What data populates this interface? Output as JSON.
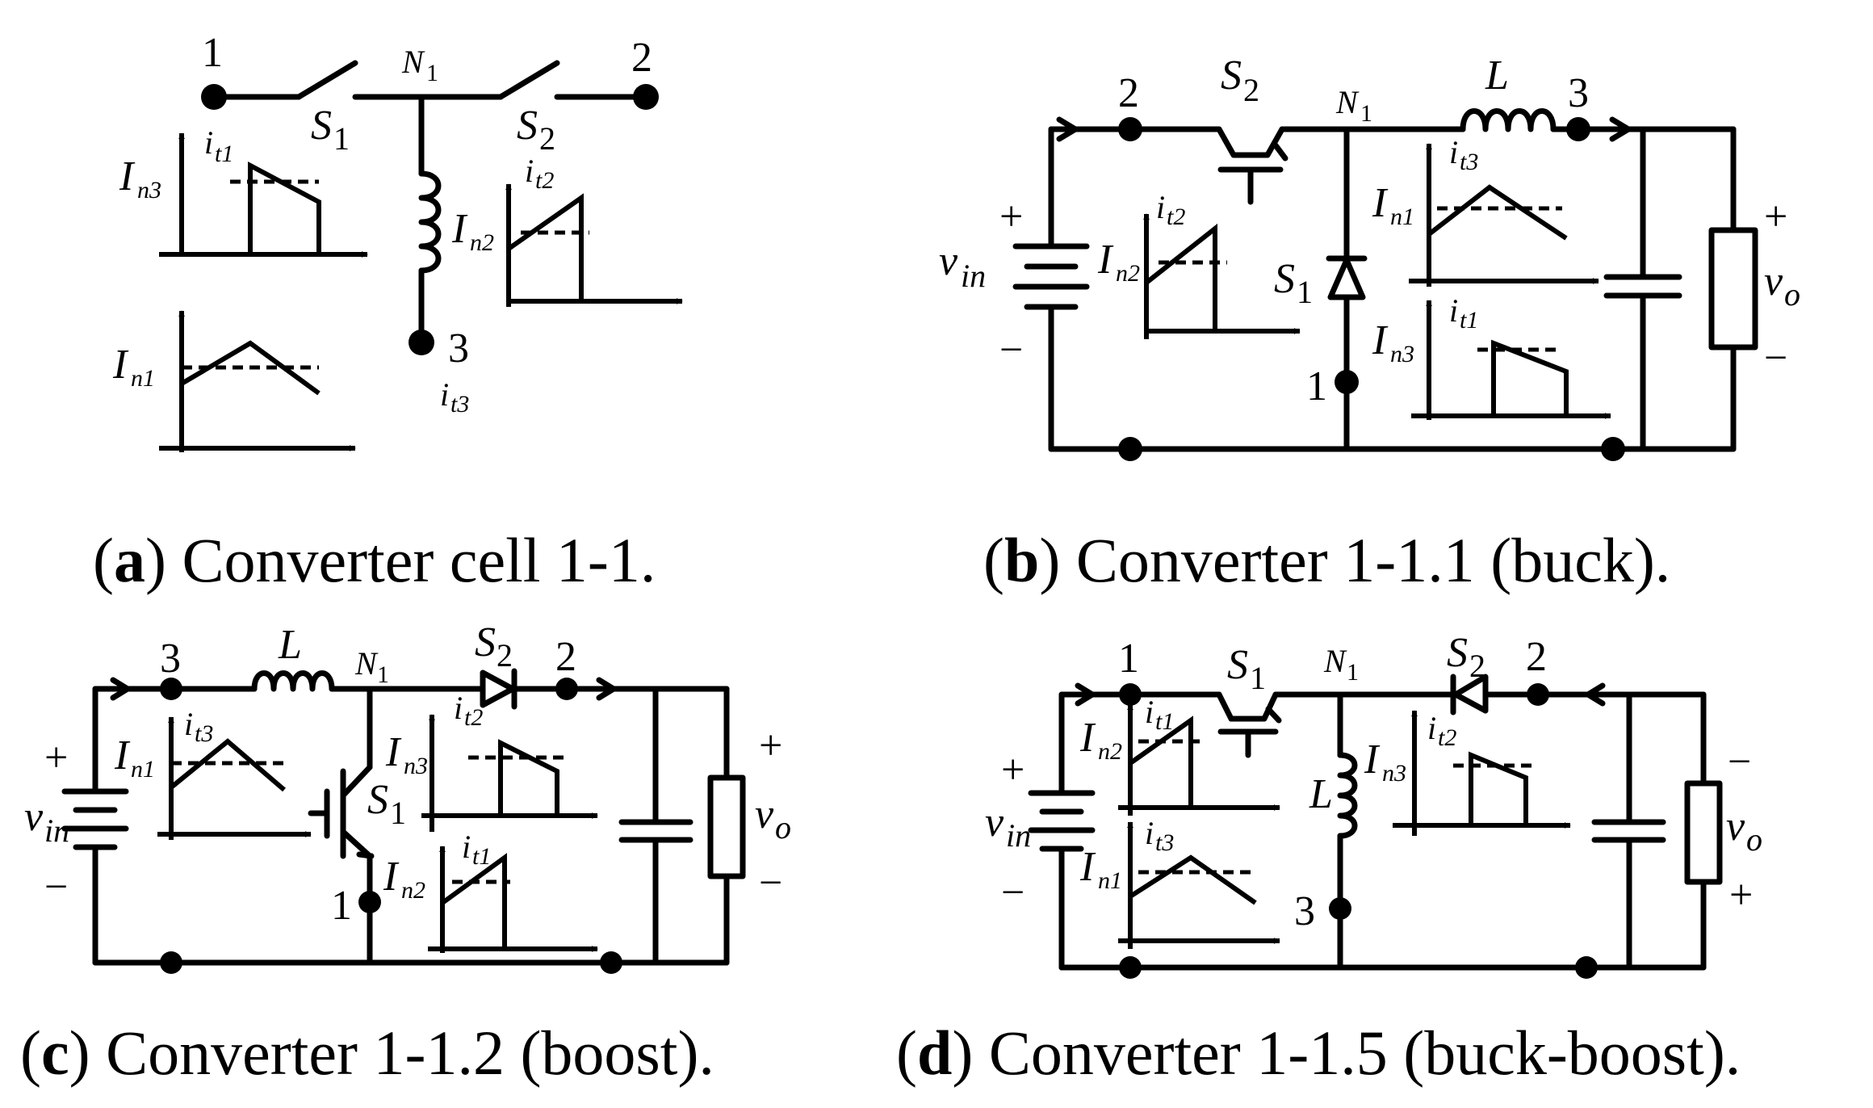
{
  "captions": {
    "a_letter": "a",
    "a_text": " Converter cell 1-1.",
    "b_letter": "b",
    "b_text": " Converter 1-1.1 (buck).",
    "c_letter": "c",
    "c_text": " Converter 1-1.2 (boost).",
    "d_letter": "d",
    "d_text": " Converter 1-1.5 (buck-boost)."
  },
  "labels": {
    "term1": "1",
    "term2": "2",
    "term3": "3",
    "N": "N",
    "N_sub": "1",
    "S": "S",
    "s1": "1",
    "s2": "2",
    "L": "L",
    "I": "I",
    "n1": "n1",
    "n2": "n2",
    "n3": "n3",
    "i": "i",
    "t1": "t1",
    "t2": "t2",
    "t3": "t3",
    "v": "v",
    "in": "in",
    "o": "o",
    "plus": "+",
    "minus": "−"
  }
}
